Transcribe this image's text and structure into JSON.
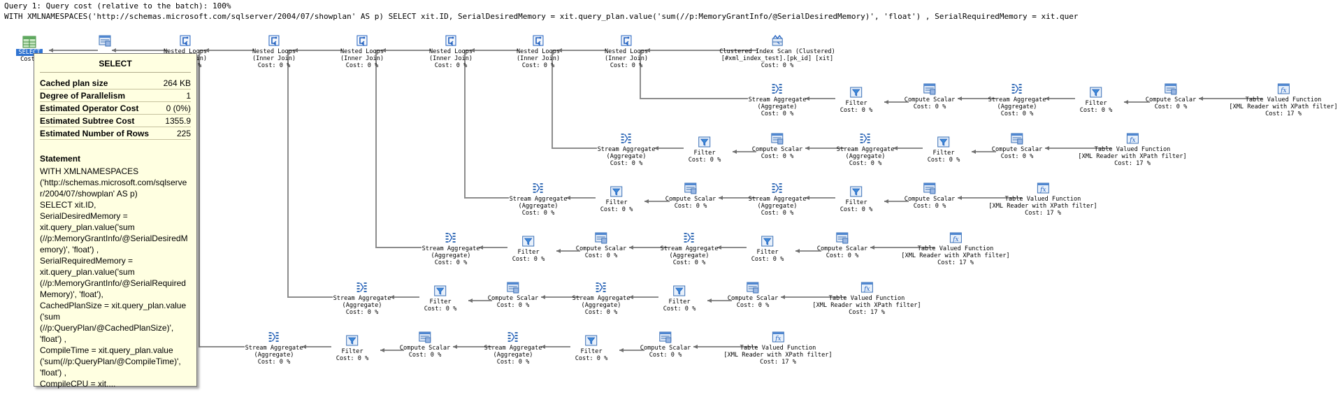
{
  "header": {
    "line1": "Query 1: Query cost (relative to the batch): 100%",
    "line2": "WITH XMLNAMESPACES('http://schemas.microsoft.com/sqlserver/2004/07/showplan' AS p) SELECT xit.ID, SerialDesiredMemory = xit.query_plan.value('sum(//p:MemoryGrantInfo/@SerialDesiredMemory)', 'float') , SerialRequiredMemory = xit.quer"
  },
  "select_node": {
    "label": "SELECT",
    "cost": "Cost:",
    "icon": "select-icon"
  },
  "tooltip": {
    "title": "SELECT",
    "properties": [
      {
        "key": "Cached plan size",
        "value": "264 KB"
      },
      {
        "key": "Degree of Parallelism",
        "value": "1"
      },
      {
        "key": "Estimated Operator Cost",
        "value": "0 (0%)"
      },
      {
        "key": "Estimated Subtree Cost",
        "value": "1355.9"
      },
      {
        "key": "Estimated Number of Rows",
        "value": "225"
      }
    ],
    "statement_heading": "Statement",
    "statement_text": "WITH XMLNAMESPACES\n('http://schemas.microsoft.com/sqlserver/2004/07/showplan' AS p)\nSELECT xit.ID,\nSerialDesiredMemory =\nxit.query_plan.value('sum\n(//p:MemoryGrantInfo/@SerialDesiredMemory)', 'float') ,\nSerialRequiredMemory =\nxit.query_plan.value('sum\n(//p:MemoryGrantInfo/@SerialRequiredMemory)', 'float'),\nCachedPlanSize = xit.query_plan.value\n('sum\n(//p:QueryPlan/@CachedPlanSize)',\n'float') ,\nCompileTime = xit.query_plan.value\n('sum(//p:QueryPlan/@CompileTime)',\n'float') ,\nCompileCPU = xit...."
  },
  "operators": [
    {
      "id": "n0",
      "name": "compute-scalar-top",
      "icon": "compute-scalar-icon",
      "lines": [
        "",
        ""
      ]
    },
    {
      "id": "n1",
      "name": "nested-loops-1",
      "icon": "nested-loops-icon",
      "lines": [
        "Nested Loops",
        "(Inner Join)",
        "Cost: 0 %"
      ]
    },
    {
      "id": "n2",
      "name": "nested-loops-2",
      "icon": "nested-loops-icon",
      "lines": [
        "Nested Loops",
        "(Inner Join)",
        "Cost: 0 %"
      ]
    },
    {
      "id": "n3",
      "name": "nested-loops-3",
      "icon": "nested-loops-icon",
      "lines": [
        "Nested Loops",
        "(Inner Join)",
        "Cost: 0 %"
      ]
    },
    {
      "id": "n4",
      "name": "nested-loops-4",
      "icon": "nested-loops-icon",
      "lines": [
        "Nested Loops",
        "(Inner Join)",
        "Cost: 0 %"
      ]
    },
    {
      "id": "n5",
      "name": "nested-loops-5",
      "icon": "nested-loops-icon",
      "lines": [
        "Nested Loops",
        "(Inner Join)",
        "Cost: 0 %"
      ]
    },
    {
      "id": "n6",
      "name": "nested-loops-6",
      "icon": "nested-loops-icon",
      "lines": [
        "Nested Loops",
        "(Inner Join)",
        "Cost: 0 %"
      ]
    },
    {
      "id": "n7",
      "name": "clustered-index-scan",
      "icon": "clustered-index-scan-icon",
      "lines": [
        "Clustered Index Scan (Clustered)",
        "[#xml_index_test].[pk_id] [xit]",
        "Cost: 0 %"
      ]
    },
    {
      "id": "a1",
      "name": "stream-aggregate",
      "icon": "stream-aggregate-icon",
      "lines": [
        "Stream Aggregate",
        "(Aggregate)",
        "Cost: 0 %"
      ]
    },
    {
      "id": "a2",
      "name": "filter",
      "icon": "filter-icon",
      "lines": [
        "Filter",
        "Cost: 0 %"
      ]
    },
    {
      "id": "a3",
      "name": "compute-scalar",
      "icon": "compute-scalar-icon",
      "lines": [
        "Compute Scalar",
        "Cost: 0 %"
      ]
    },
    {
      "id": "a4",
      "name": "stream-aggregate",
      "icon": "stream-aggregate-icon",
      "lines": [
        "Stream Aggregate",
        "(Aggregate)",
        "Cost: 0 %"
      ]
    },
    {
      "id": "a5",
      "name": "filter",
      "icon": "filter-icon",
      "lines": [
        "Filter",
        "Cost: 0 %"
      ]
    },
    {
      "id": "a6",
      "name": "compute-scalar",
      "icon": "compute-scalar-icon",
      "lines": [
        "Compute Scalar",
        "Cost: 0 %"
      ]
    },
    {
      "id": "a7",
      "name": "table-valued-function",
      "icon": "table-valued-function-icon",
      "lines": [
        "Table Valued Function",
        "[XML Reader with XPath filter]",
        "Cost: 17 %"
      ]
    },
    {
      "id": "b1",
      "name": "stream-aggregate",
      "icon": "stream-aggregate-icon",
      "lines": [
        "Stream Aggregate",
        "(Aggregate)",
        "Cost: 0 %"
      ]
    },
    {
      "id": "b2",
      "name": "filter",
      "icon": "filter-icon",
      "lines": [
        "Filter",
        "Cost: 0 %"
      ]
    },
    {
      "id": "b3",
      "name": "compute-scalar",
      "icon": "compute-scalar-icon",
      "lines": [
        "Compute Scalar",
        "Cost: 0 %"
      ]
    },
    {
      "id": "b4",
      "name": "stream-aggregate",
      "icon": "stream-aggregate-icon",
      "lines": [
        "Stream Aggregate",
        "(Aggregate)",
        "Cost: 0 %"
      ]
    },
    {
      "id": "b5",
      "name": "filter",
      "icon": "filter-icon",
      "lines": [
        "Filter",
        "Cost: 0 %"
      ]
    },
    {
      "id": "b6",
      "name": "compute-scalar",
      "icon": "compute-scalar-icon",
      "lines": [
        "Compute Scalar",
        "Cost: 0 %"
      ]
    },
    {
      "id": "b7",
      "name": "table-valued-function",
      "icon": "table-valued-function-icon",
      "lines": [
        "Table Valued Function",
        "[XML Reader with XPath filter]",
        "Cost: 17 %"
      ]
    },
    {
      "id": "c1",
      "name": "stream-aggregate",
      "icon": "stream-aggregate-icon",
      "lines": [
        "Stream Aggregate",
        "(Aggregate)",
        "Cost: 0 %"
      ]
    },
    {
      "id": "c2",
      "name": "filter",
      "icon": "filter-icon",
      "lines": [
        "Filter",
        "Cost: 0 %"
      ]
    },
    {
      "id": "c3",
      "name": "compute-scalar",
      "icon": "compute-scalar-icon",
      "lines": [
        "Compute Scalar",
        "Cost: 0 %"
      ]
    },
    {
      "id": "c4",
      "name": "stream-aggregate",
      "icon": "stream-aggregate-icon",
      "lines": [
        "Stream Aggregate",
        "(Aggregate)",
        "Cost: 0 %"
      ]
    },
    {
      "id": "c5",
      "name": "filter",
      "icon": "filter-icon",
      "lines": [
        "Filter",
        "Cost: 0 %"
      ]
    },
    {
      "id": "c6",
      "name": "compute-scalar",
      "icon": "compute-scalar-icon",
      "lines": [
        "Compute Scalar",
        "Cost: 0 %"
      ]
    },
    {
      "id": "c7",
      "name": "table-valued-function",
      "icon": "table-valued-function-icon",
      "lines": [
        "Table Valued Function",
        "[XML Reader with XPath filter]",
        "Cost: 17 %"
      ]
    },
    {
      "id": "d1",
      "name": "stream-aggregate",
      "icon": "stream-aggregate-icon",
      "lines": [
        "Stream Aggregate",
        "(Aggregate)",
        "Cost: 0 %"
      ]
    },
    {
      "id": "d2",
      "name": "filter",
      "icon": "filter-icon",
      "lines": [
        "Filter",
        "Cost: 0 %"
      ]
    },
    {
      "id": "d3",
      "name": "compute-scalar",
      "icon": "compute-scalar-icon",
      "lines": [
        "Compute Scalar",
        "Cost: 0 %"
      ]
    },
    {
      "id": "d4",
      "name": "stream-aggregate",
      "icon": "stream-aggregate-icon",
      "lines": [
        "Stream Aggregate",
        "(Aggregate)",
        "Cost: 0 %"
      ]
    },
    {
      "id": "d5",
      "name": "filter",
      "icon": "filter-icon",
      "lines": [
        "Filter",
        "Cost: 0 %"
      ]
    },
    {
      "id": "d6",
      "name": "compute-scalar",
      "icon": "compute-scalar-icon",
      "lines": [
        "Compute Scalar",
        "Cost: 0 %"
      ]
    },
    {
      "id": "d7",
      "name": "table-valued-function",
      "icon": "table-valued-function-icon",
      "lines": [
        "Table Valued Function",
        "[XML Reader with XPath filter]",
        "Cost: 17 %"
      ]
    },
    {
      "id": "e1",
      "name": "stream-aggregate",
      "icon": "stream-aggregate-icon",
      "lines": [
        "Stream Aggregate",
        "(Aggregate)",
        "Cost: 0 %"
      ]
    },
    {
      "id": "e2",
      "name": "filter",
      "icon": "filter-icon",
      "lines": [
        "Filter",
        "Cost: 0 %"
      ]
    },
    {
      "id": "e3",
      "name": "compute-scalar",
      "icon": "compute-scalar-icon",
      "lines": [
        "Compute Scalar",
        "Cost: 0 %"
      ]
    },
    {
      "id": "e4",
      "name": "stream-aggregate",
      "icon": "stream-aggregate-icon",
      "lines": [
        "Stream Aggregate",
        "(Aggregate)",
        "Cost: 0 %"
      ]
    },
    {
      "id": "e5",
      "name": "filter",
      "icon": "filter-icon",
      "lines": [
        "Filter",
        "Cost: 0 %"
      ]
    },
    {
      "id": "e6",
      "name": "compute-scalar",
      "icon": "compute-scalar-icon",
      "lines": [
        "Compute Scalar",
        "Cost: 0 %"
      ]
    },
    {
      "id": "e7",
      "name": "table-valued-function",
      "icon": "table-valued-function-icon",
      "lines": [
        "Table Valued Function",
        "[XML Reader with XPath filter]",
        "Cost: 17 %"
      ]
    },
    {
      "id": "f1",
      "name": "stream-aggregate",
      "icon": "stream-aggregate-icon",
      "lines": [
        "Stream Aggregate",
        "(Aggregate)",
        "Cost: 0 %"
      ]
    },
    {
      "id": "f2",
      "name": "filter",
      "icon": "filter-icon",
      "lines": [
        "Filter",
        "Cost: 0 %"
      ]
    },
    {
      "id": "f3",
      "name": "compute-scalar",
      "icon": "compute-scalar-icon",
      "lines": [
        "Compute Scalar",
        "Cost: 0 %"
      ]
    },
    {
      "id": "f4",
      "name": "stream-aggregate",
      "icon": "stream-aggregate-icon",
      "lines": [
        "Stream Aggregate",
        "(Aggregate)",
        "Cost: 0 %"
      ]
    },
    {
      "id": "f5",
      "name": "filter",
      "icon": "filter-icon",
      "lines": [
        "Filter",
        "Cost: 0 %"
      ]
    },
    {
      "id": "f6",
      "name": "compute-scalar",
      "icon": "compute-scalar-icon",
      "lines": [
        "Compute Scalar",
        "Cost: 0 %"
      ]
    },
    {
      "id": "f7",
      "name": "table-valued-function",
      "icon": "table-valued-function-icon",
      "lines": [
        "Table Valued Function",
        "[XML Reader with XPath filter]",
        "Cost: 17 %"
      ]
    }
  ]
}
